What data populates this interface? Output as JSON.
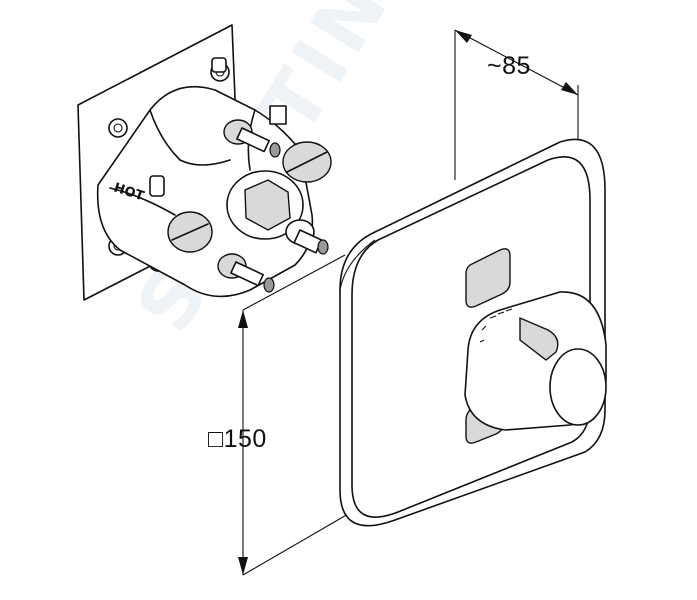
{
  "dimensions": {
    "width_label": "~85",
    "height_label": "□150"
  },
  "body_marking": "HOT",
  "watermark": "SANITINO"
}
